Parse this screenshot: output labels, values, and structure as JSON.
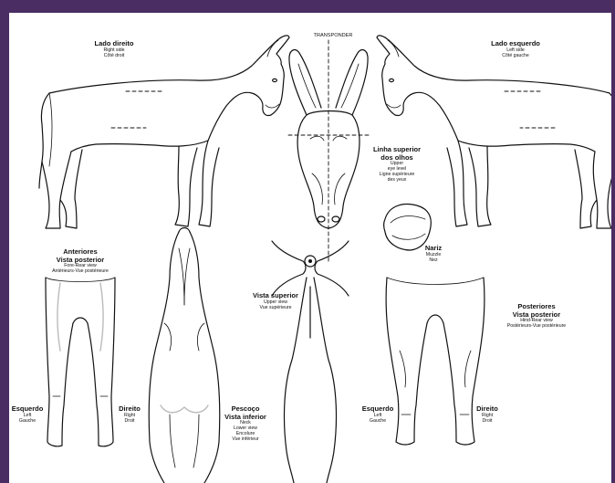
{
  "transponder": "TRANSPONDER",
  "right_side": {
    "title": "Lado direito",
    "en": "Right side",
    "fr": "Côté droit"
  },
  "left_side": {
    "title": "Lado esquerdo",
    "en": "Left side",
    "fr": "Côté gauche"
  },
  "eye_level": {
    "title1": "Linha superior",
    "title2": "dos olhos",
    "en1": "Upper",
    "en2": "eye level",
    "fr1": "Ligne supérieure",
    "fr2": "des yeux"
  },
  "fore_rear": {
    "title1": "Anteriores",
    "title2": "Vista posterior",
    "en": "Fore-Rear view",
    "fr": "Antérieurs-Vue postérieure"
  },
  "upper_view": {
    "title": "Vista superior",
    "en": "Upper view",
    "fr": "Vue supérieure"
  },
  "muzzle": {
    "title": "Nariz",
    "en": "Muzzle",
    "fr": "Nez"
  },
  "hind_rear": {
    "title1": "Posteriores",
    "title2": "Vista posterior",
    "en": "Hind-Rear view",
    "fr": "Postérieurs-Vue postérieure"
  },
  "neck": {
    "title1": "Pescoço",
    "title2": "Vista inferior",
    "en1": "Neck",
    "en2": "Lower view",
    "fr1": "Encolure",
    "fr2": "Vue inférieur"
  },
  "fore_left": {
    "title": "Esquerdo",
    "en": "Left",
    "fr": "Gauche"
  },
  "fore_right": {
    "title": "Direito",
    "en": "Right",
    "fr": "Droit"
  },
  "hind_left": {
    "title": "Esquerdo",
    "en": "Left",
    "fr": "Gauche"
  },
  "hind_right": {
    "title": "Direito",
    "en": "Right",
    "fr": "Droit"
  },
  "colors": {
    "frame": "#4a2d63",
    "paper": "#ffffff",
    "ink": "#111111",
    "marking": "#bbbbbb"
  }
}
